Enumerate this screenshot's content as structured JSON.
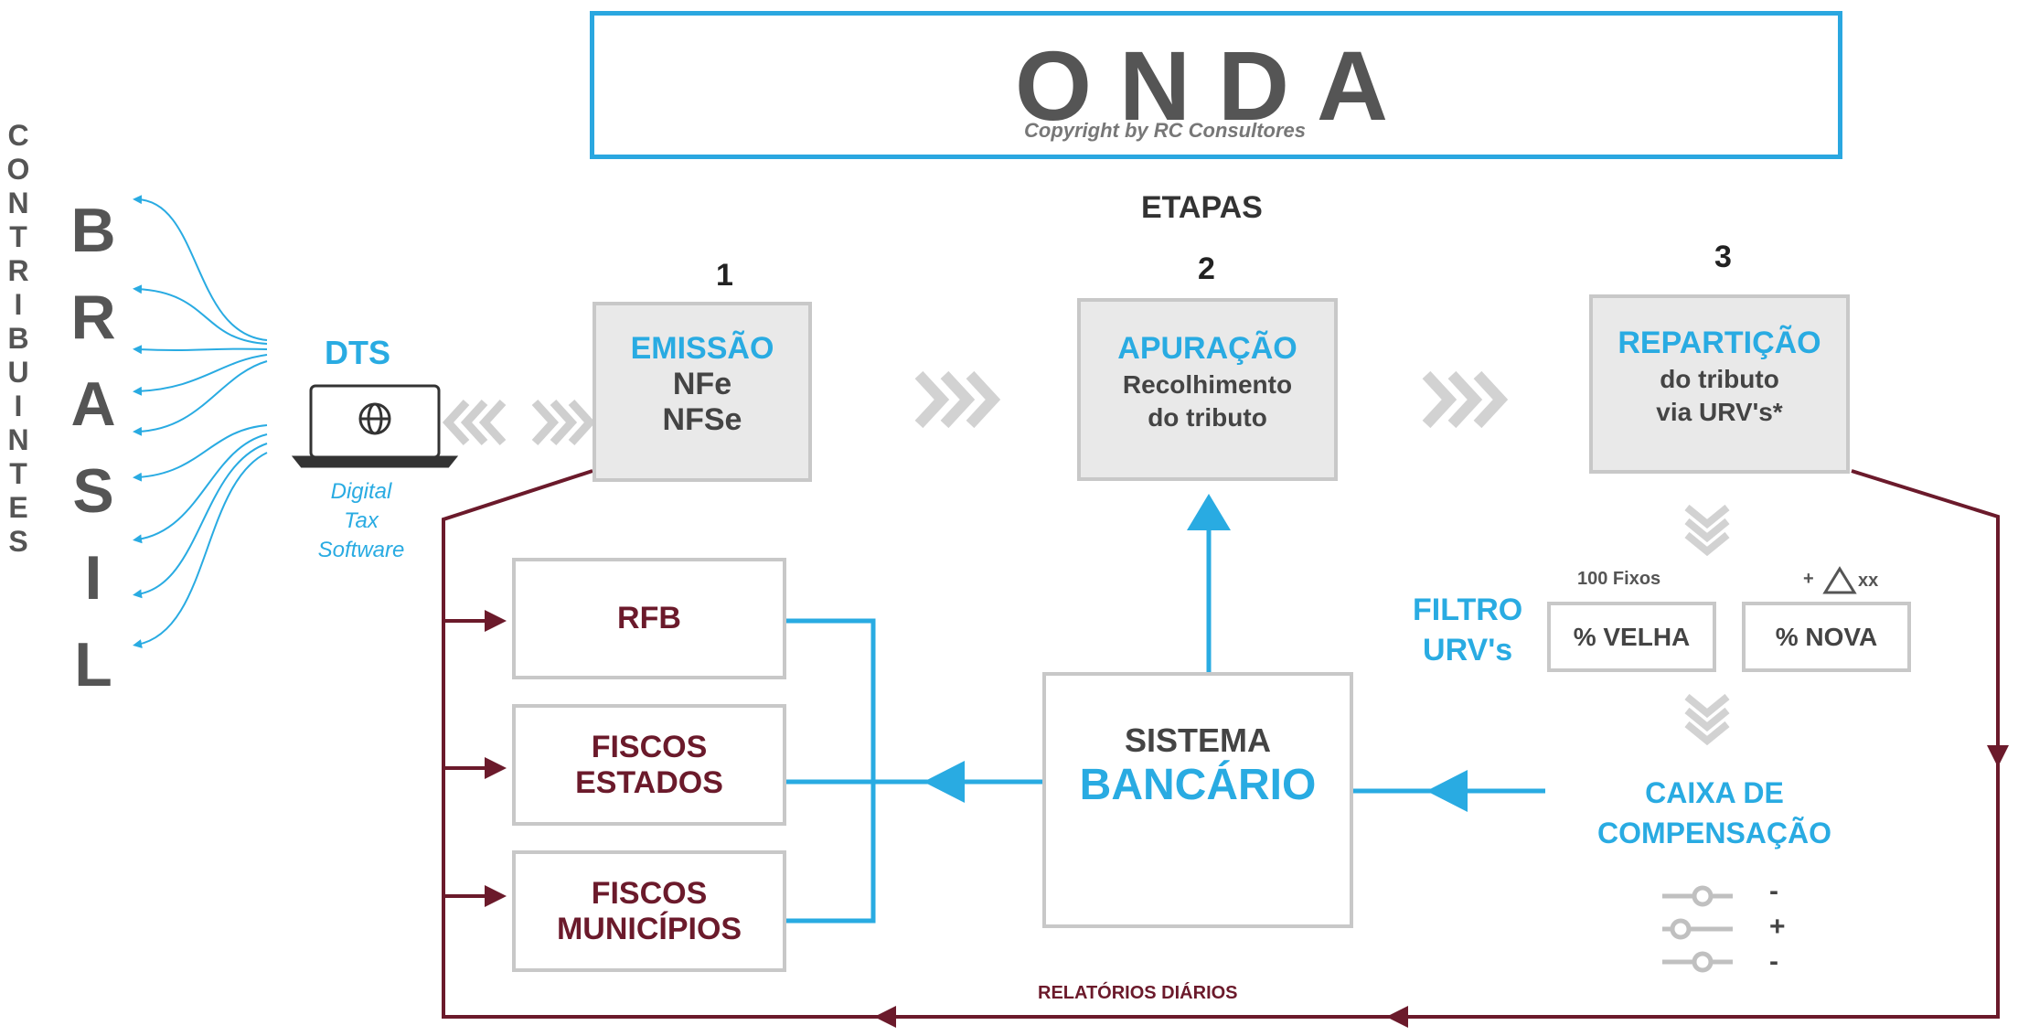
{
  "header": {
    "title": "ONDA",
    "copyright": "Copyright by RC Consultores",
    "cloud_icon": "cloud-sync-computer-icon"
  },
  "etapas_label": "ETAPAS",
  "left": {
    "vertical_word": [
      "C",
      "O",
      "N",
      "T",
      "R",
      "I",
      "B",
      "U",
      "I",
      "N",
      "T",
      "E",
      "S"
    ],
    "big_word": [
      "B",
      "R",
      "A",
      "S",
      "I",
      "L"
    ],
    "dts_title": "DTS",
    "dts_sub": [
      "Digital",
      "Tax",
      "Software"
    ],
    "laptop_icon": "laptop-globe-icon"
  },
  "steps": [
    {
      "number": "1",
      "title": "EMISSÃO",
      "lines": [
        "NFe",
        "NFSe"
      ]
    },
    {
      "number": "2",
      "title": "APURAÇÃO",
      "lines": [
        "Recolhimento",
        "do tributo"
      ]
    },
    {
      "number": "3",
      "title": "REPARTIÇÃO",
      "lines": [
        "do tributo",
        "via URV's*"
      ]
    }
  ],
  "destinations": [
    {
      "lines": [
        "RFB"
      ]
    },
    {
      "lines": [
        "FISCOS",
        "ESTADOS"
      ]
    },
    {
      "lines": [
        "FISCOS",
        "MUNICÍPIOS"
      ]
    }
  ],
  "banking": {
    "line1": "SISTEMA",
    "line2": "BANCÁRIO",
    "icon": "banknote-icon"
  },
  "filter": {
    "title_lines": [
      "FILTRO",
      "URV's"
    ],
    "left_caption": "100 Fixos",
    "right_caption_prefix": "+",
    "right_caption_suffix": "xx",
    "left_box": "% VELHA",
    "right_box": "% NOVA"
  },
  "clearing": {
    "lines": [
      "CAIXA DE",
      "COMPENSAÇÃO"
    ],
    "slider_signs": [
      "-",
      "+",
      "-"
    ],
    "slider_icon": "sliders-icon"
  },
  "bottom_label": "RELATÓRIOS DIÁRIOS",
  "colors": {
    "blue": "#29abe2",
    "maroon": "#6b1a2b",
    "gray": "#c8c8c8"
  }
}
